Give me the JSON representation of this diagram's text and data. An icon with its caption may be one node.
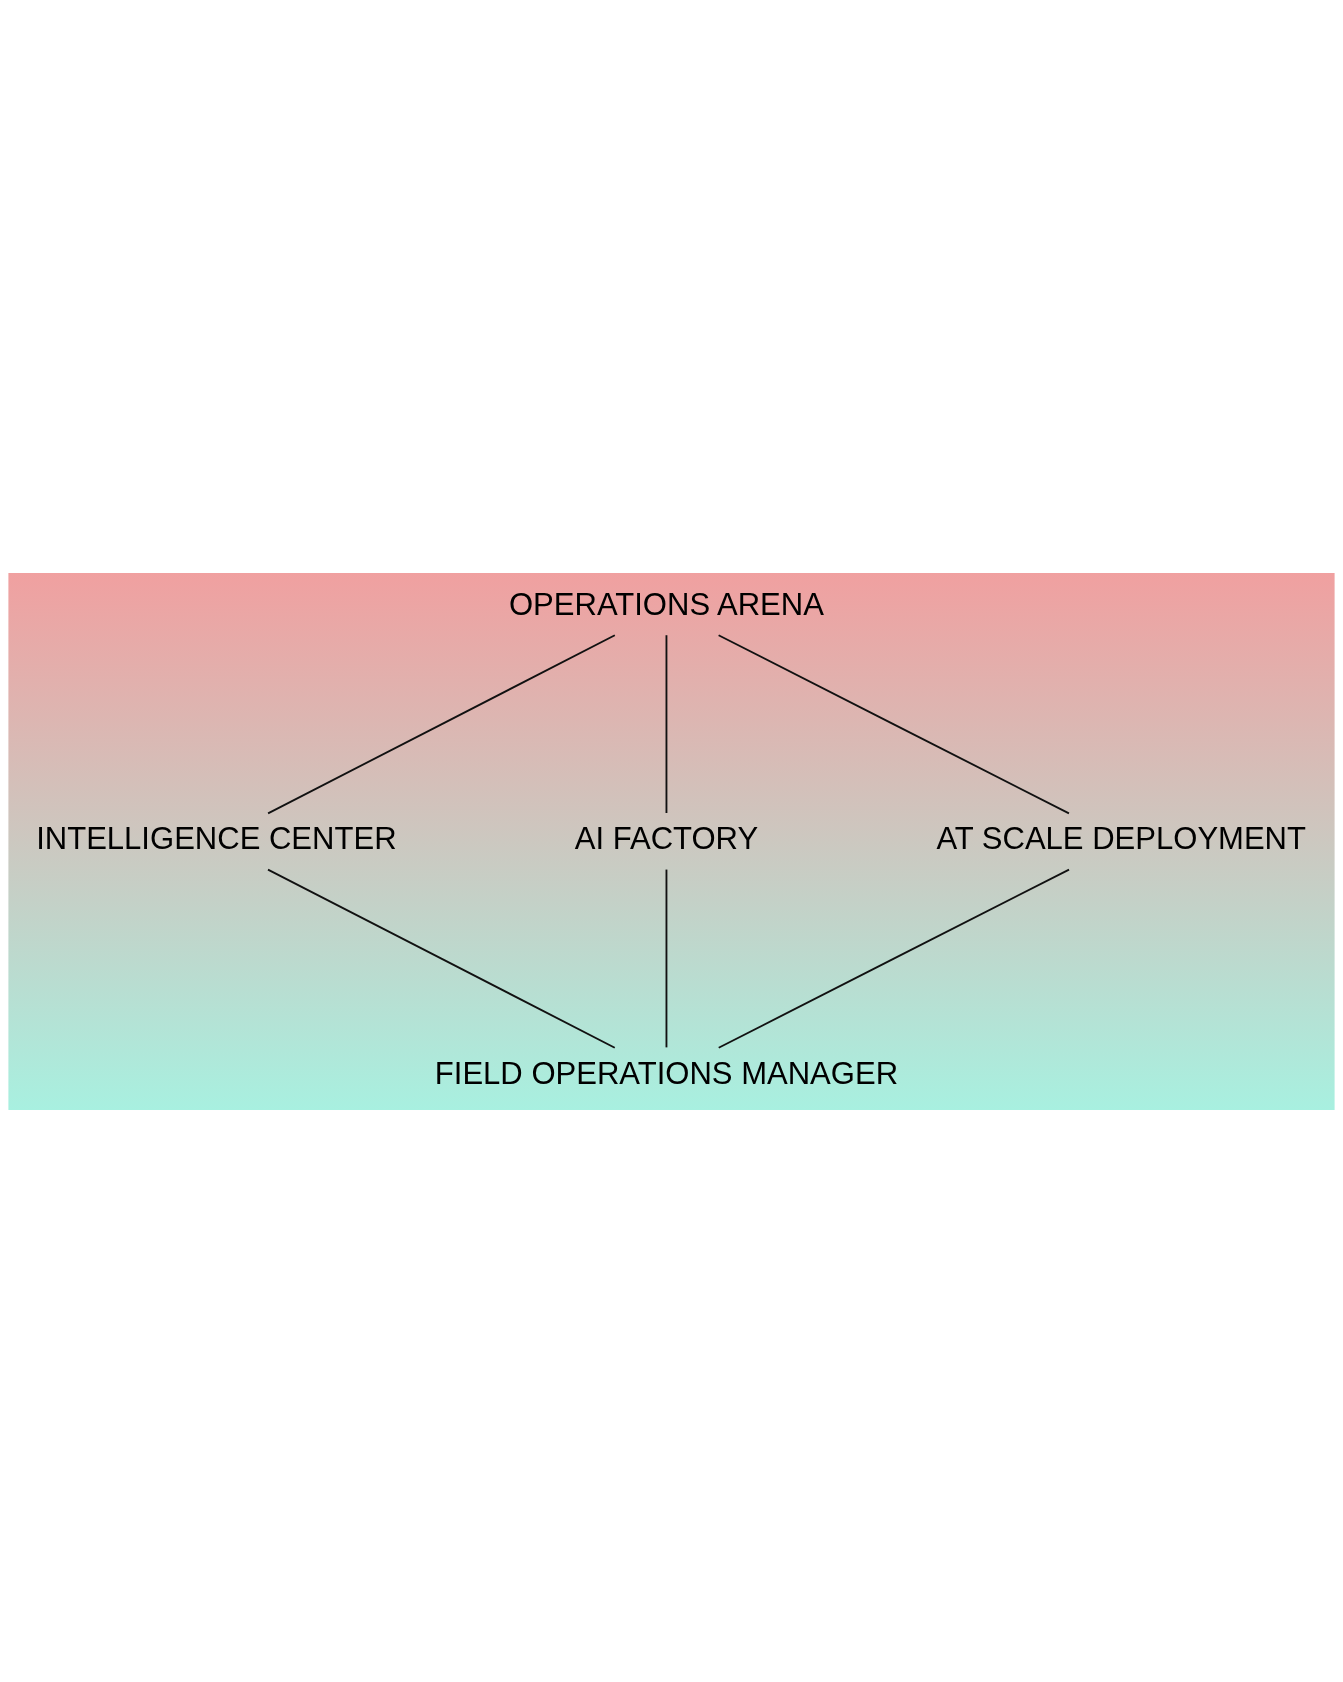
{
  "diagram": {
    "nodes": [
      {
        "text": [
          "OPERATIONS ARENA"
        ]
      },
      {
        "text": [
          "INTELLIGENCE CENTER"
        ]
      },
      {
        "text": [
          "AI FACTORY"
        ]
      },
      {
        "text": [
          "AT SCALE DEPLOYMENT"
        ]
      },
      {
        "text": [
          "FIELD OPERATIONS MANAGER"
        ]
      }
    ],
    "edges": [
      {
        "from": 0,
        "to": 1,
        "arrow": "none"
      },
      {
        "from": 0,
        "to": 2,
        "arrow": "none"
      },
      {
        "from": 0,
        "to": 3,
        "arrow": "none"
      },
      {
        "from": 1,
        "to": 4,
        "arrow": "none"
      },
      {
        "from": 2,
        "to": 4,
        "arrow": "none"
      },
      {
        "from": 3,
        "to": 4,
        "arrow": "none"
      }
    ]
  }
}
